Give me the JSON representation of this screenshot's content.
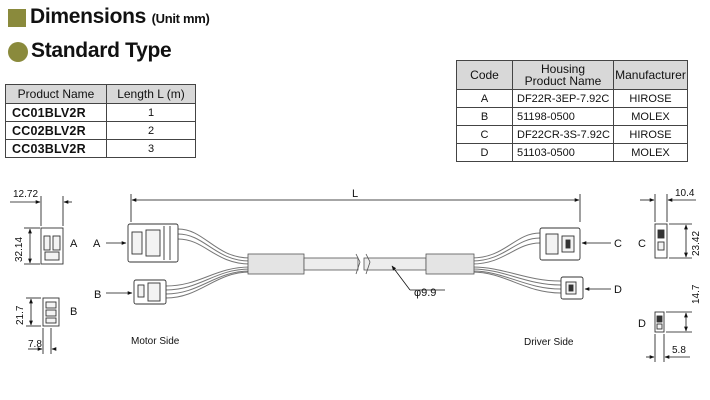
{
  "header": {
    "title": "Dimensions",
    "unit": "(Unit mm)",
    "subtitle": "Standard Type"
  },
  "product_table": {
    "headers": [
      "Product Name",
      "Length L (m)"
    ],
    "rows": [
      {
        "name": "CC01BLV2R",
        "length": "1"
      },
      {
        "name": "CC02BLV2R",
        "length": "2"
      },
      {
        "name": "CC03BLV2R",
        "length": "3"
      }
    ]
  },
  "code_table": {
    "headers": [
      "Code",
      "Housing Product Name",
      "Manufacturer"
    ],
    "header_housing_line1": "Housing",
    "header_housing_line2": "Product Name",
    "rows": [
      {
        "code": "A",
        "housing": "DF22R-3EP-7.92C",
        "maker": "HIROSE"
      },
      {
        "code": "B",
        "housing": "51198-0500",
        "maker": "MOLEX"
      },
      {
        "code": "C",
        "housing": "DF22CR-3S-7.92C",
        "maker": "HIROSE"
      },
      {
        "code": "D",
        "housing": "51103-0500",
        "maker": "MOLEX"
      }
    ]
  },
  "drawing": {
    "length_label": "L",
    "diameter_label": "φ9.9",
    "motor_side": "Motor Side",
    "driver_side": "Driver Side",
    "conn_a": "A",
    "conn_b": "B",
    "conn_c": "C",
    "conn_d": "D",
    "dim_a_width": "12.72",
    "dim_a_height": "32.14",
    "dim_b_height": "21.7",
    "dim_b_width": "7.8",
    "dim_c_width": "10.4",
    "dim_c_height": "23.42",
    "dim_d_height": "14.7",
    "dim_d_width": "5.8"
  }
}
